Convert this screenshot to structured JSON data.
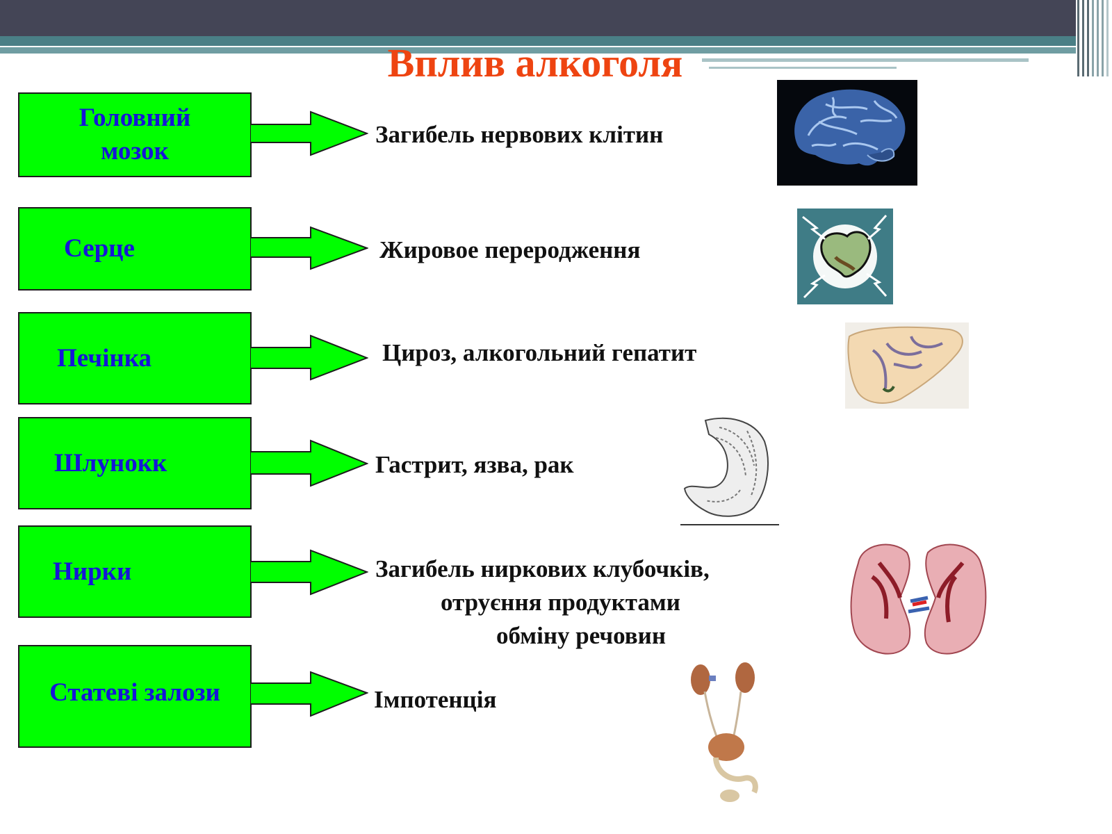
{
  "slide": {
    "title": "Вплив алкоголя"
  },
  "rows": [
    {
      "organ": "Головний мозок",
      "effect": "Загибель нервових клітин",
      "icon": "brain-icon"
    },
    {
      "organ": "Серце",
      "effect": "Жировое переродження",
      "icon": "heart-icon"
    },
    {
      "organ": "Печінка",
      "effect": "Цироз, алкогольний гепатит",
      "icon": "liver-icon"
    },
    {
      "organ": "Шлунокк",
      "effect": "Гастрит, язва, рак",
      "icon": "stomach-icon"
    },
    {
      "organ": "Нирки",
      "effect_lines": [
        "Загибель ниркових клубочків,",
        "отруєння продуктами",
        "обміну речовин"
      ],
      "icon": "kidney-icon"
    },
    {
      "organ": "Статеві залози",
      "effect": "Імпотенція",
      "icon": "reproductive-organs-icon"
    }
  ],
  "colors": {
    "box_fill": "#00ff00",
    "organ_text": "#1515d8",
    "title": "#ee4411",
    "header_dark": "#444556",
    "header_teal": "#4a7f86"
  }
}
